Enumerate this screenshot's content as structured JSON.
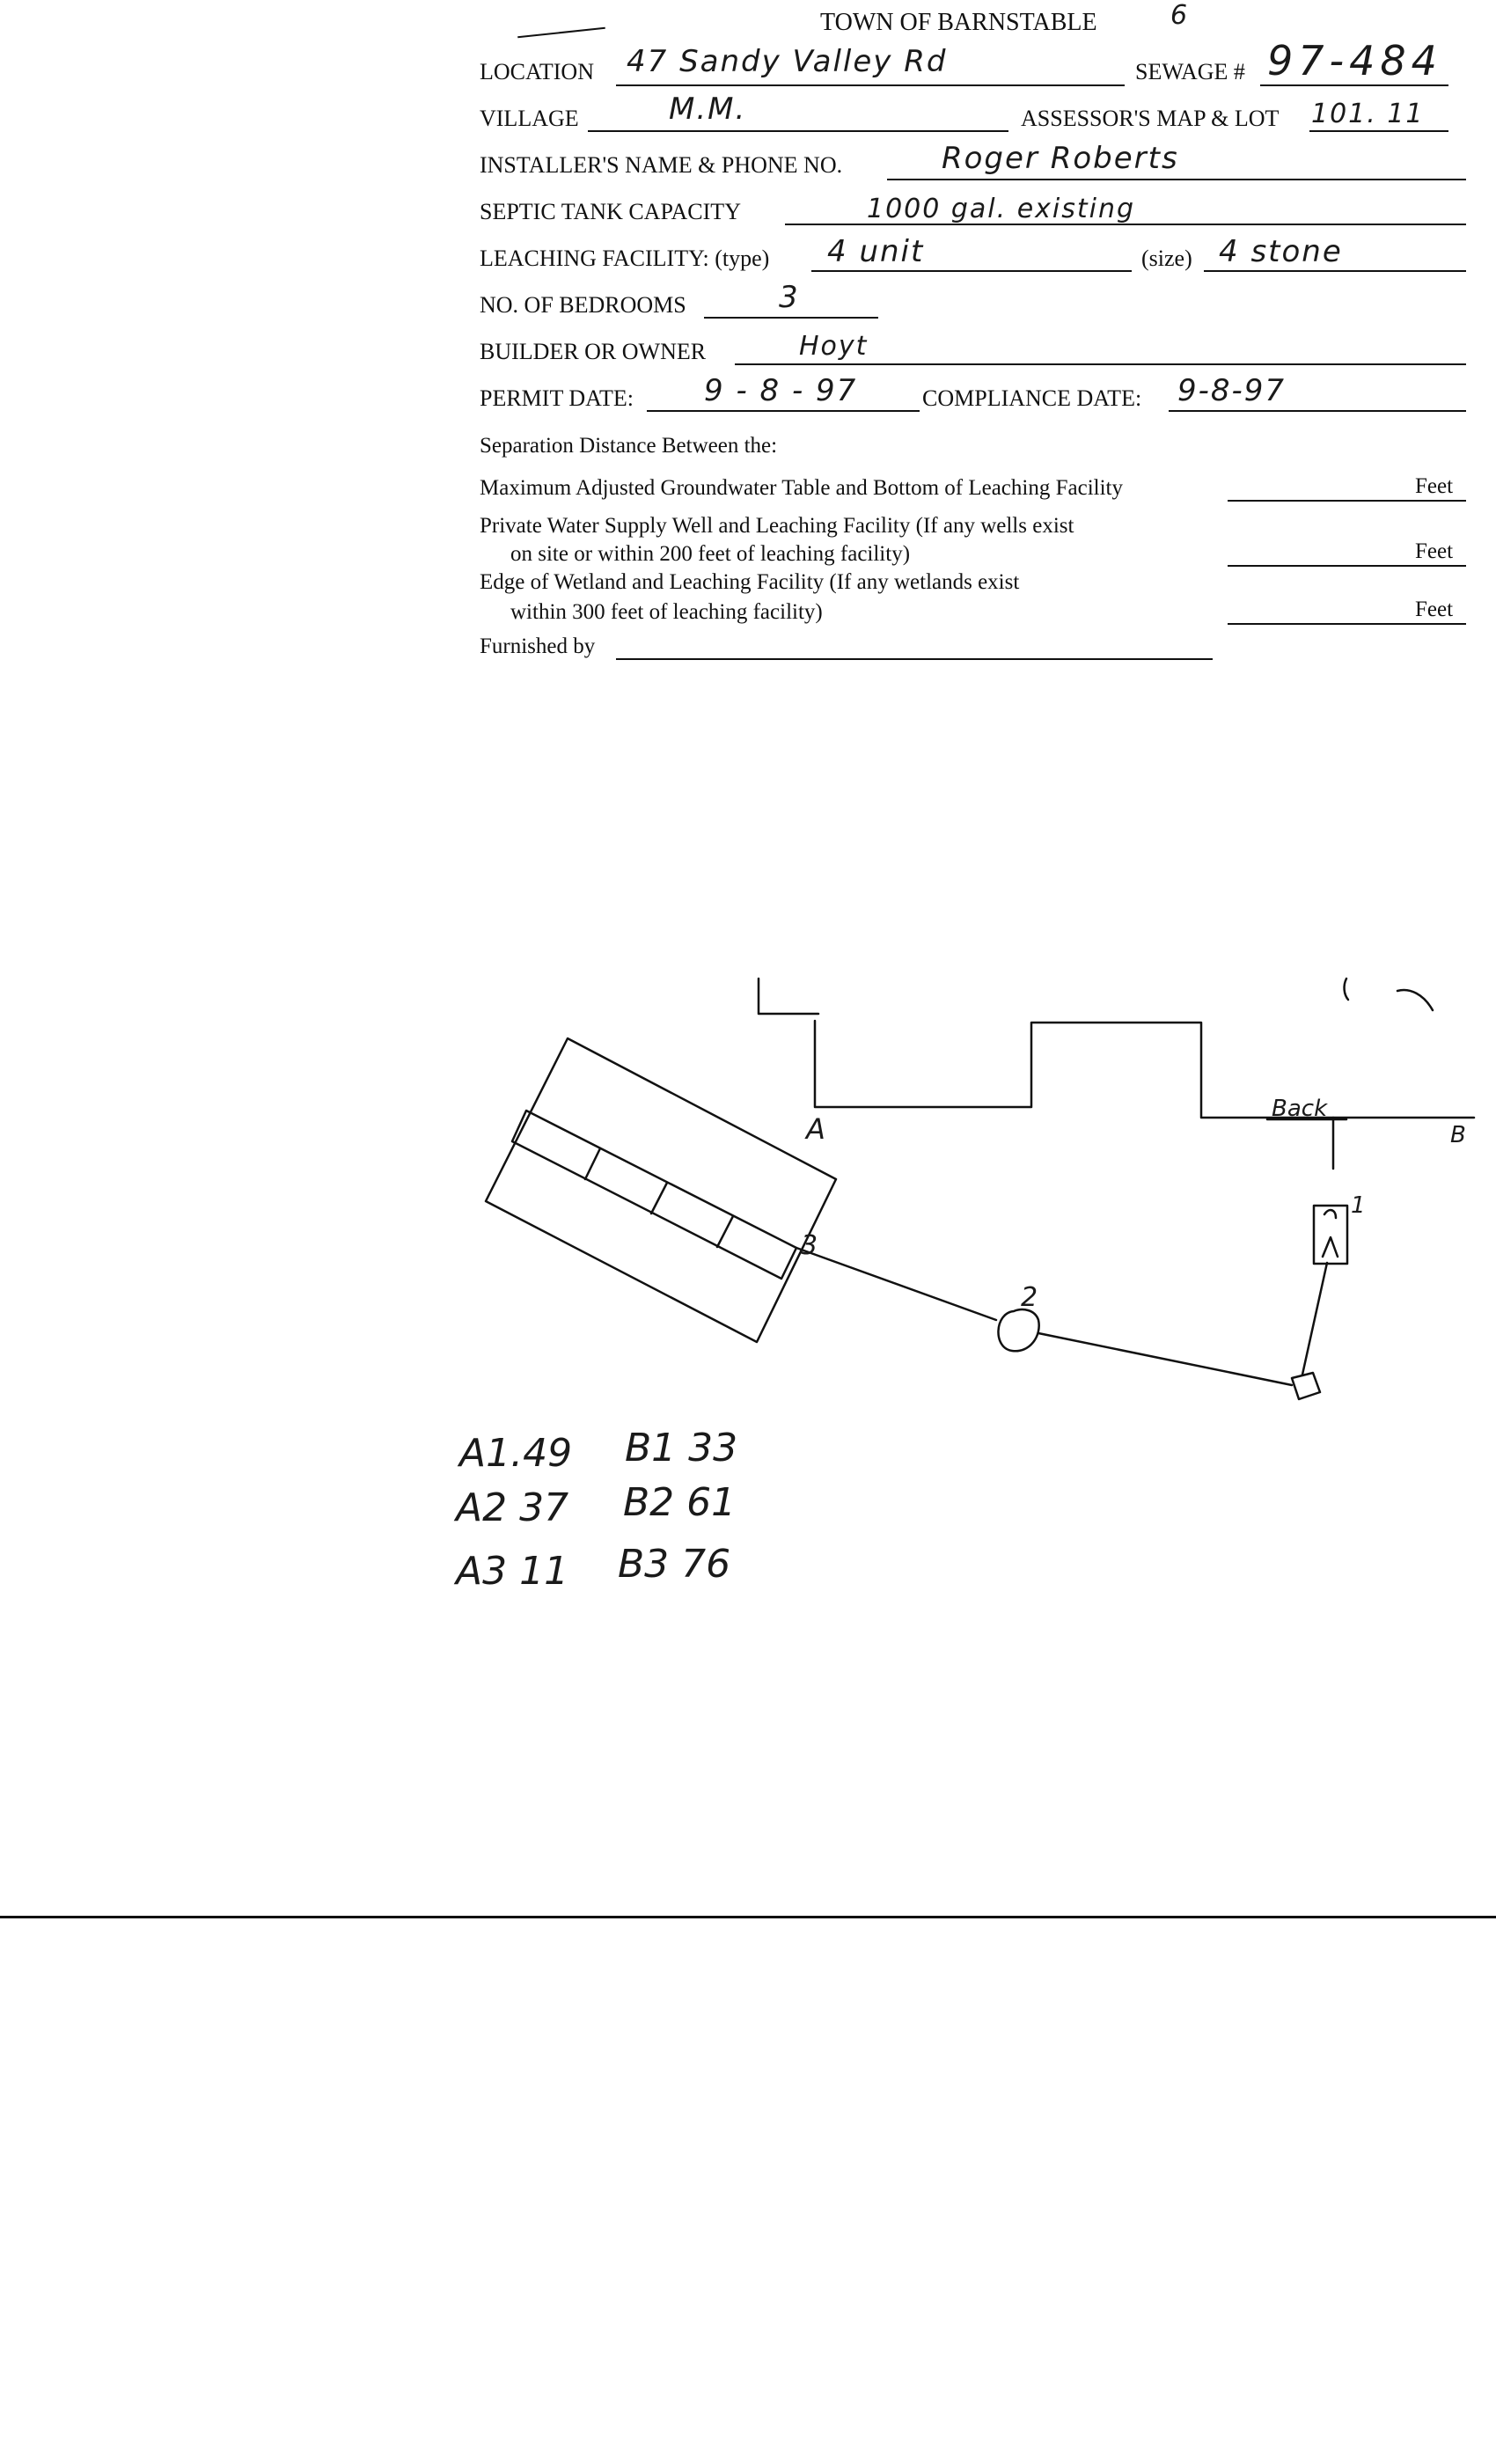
{
  "form": {
    "title": "TOWN OF BARNSTABLE",
    "title_mark": "6",
    "location_label": "LOCATION",
    "location_value": "47 Sandy Valley Rd",
    "sewage_label": "SEWAGE #",
    "sewage_value": "97-484",
    "village_label": "VILLAGE",
    "village_value": "M.M.",
    "assessor_label": "ASSESSOR'S MAP & LOT",
    "assessor_value": "101. 11",
    "installer_label": "INSTALLER'S NAME & PHONE NO.",
    "installer_value": "Roger Roberts",
    "tank_label": "SEPTIC TANK CAPACITY",
    "tank_value": "1000 gal. existing",
    "leaching_label": "LEACHING FACILITY: (type)",
    "leaching_type_value": "4 unit",
    "size_label": "(size)",
    "size_value": "4 stone",
    "bedrooms_label": "NO. OF BEDROOMS",
    "bedrooms_value": "3",
    "builder_label": "BUILDER OR OWNER",
    "builder_value": "Hoyt",
    "permit_label": "PERMIT DATE:",
    "permit_value": "9 - 8 - 97",
    "compliance_label": "COMPLIANCE DATE:",
    "compliance_value": "9-8-97",
    "separation_heading": "Separation Distance Between the:",
    "sep1_text": "Maximum Adjusted Groundwater Table and Bottom of Leaching Facility",
    "sep2_line1": "Private Water Supply Well and Leaching Facility  (If any wells exist",
    "sep2_line2": "on site or within 200 feet of leaching facility)",
    "sep3_line1": "Edge of Wetland and Leaching Facility (If any wetlands exist",
    "sep3_line2": "within 300 feet of leaching facility)",
    "feet_label": "Feet",
    "furnished_label": "Furnished by"
  },
  "sketch": {
    "label_a": "A",
    "label_b": "B",
    "label_back": "Back",
    "label_3": "3",
    "label_2": "2",
    "label_1": "1",
    "measurements": [
      {
        "a": "A1.49",
        "b": "B1 33"
      },
      {
        "a": "A2 37",
        "b": "B2 61"
      },
      {
        "a": "A3 11",
        "b": "B3 76"
      }
    ]
  }
}
